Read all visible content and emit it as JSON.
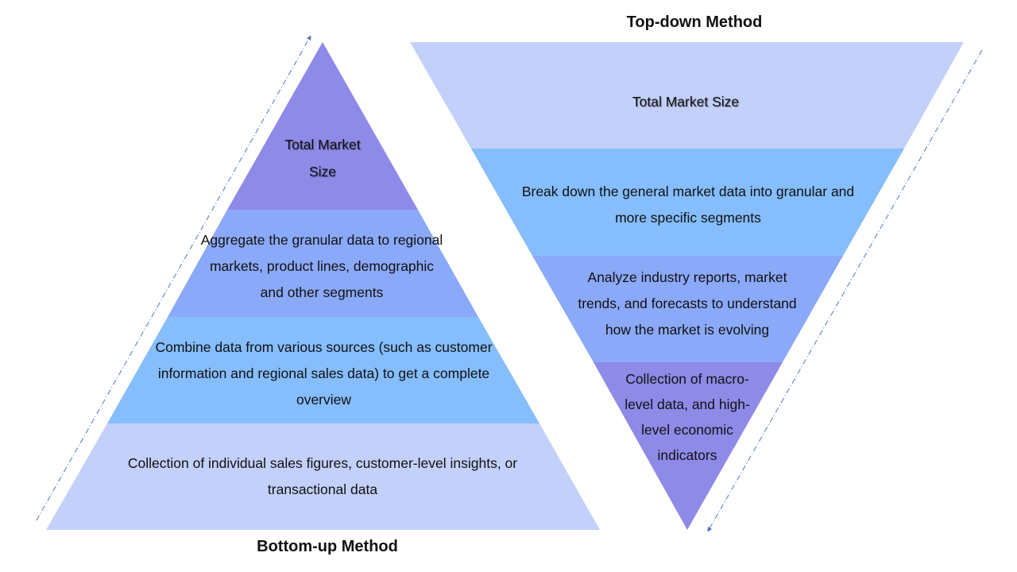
{
  "top_down": {
    "title": "Top-down Method",
    "tiers": [
      {
        "text": "Total Market Size",
        "color": "#c2d0fa"
      },
      {
        "text": "Break down the general market data into granular and more specific segments",
        "color": "#85bdfd"
      },
      {
        "text": "Analyze industry reports, market trends, and forecasts to understand how the market is evolving",
        "color": "#8ba9f9"
      },
      {
        "text": "Collection of macro-level data, and high-level economic indicators",
        "color": "#8e8ae8"
      }
    ]
  },
  "bottom_up": {
    "title": "Bottom-up Method",
    "tiers": [
      {
        "text": "Total Market Size",
        "color": "#8e8ae8"
      },
      {
        "text": "Aggregate the granular data to regional markets, product lines, demographic and other segments",
        "color": "#8ba9f9"
      },
      {
        "text": "Combine data from various sources (such as customer information and regional sales data) to get a complete overview",
        "color": "#85bdfd"
      },
      {
        "text": "Collection of individual sales figures, customer-level insights, or transactional data",
        "color": "#c2d0fa"
      }
    ]
  },
  "arrow_color": "#4a78c0"
}
